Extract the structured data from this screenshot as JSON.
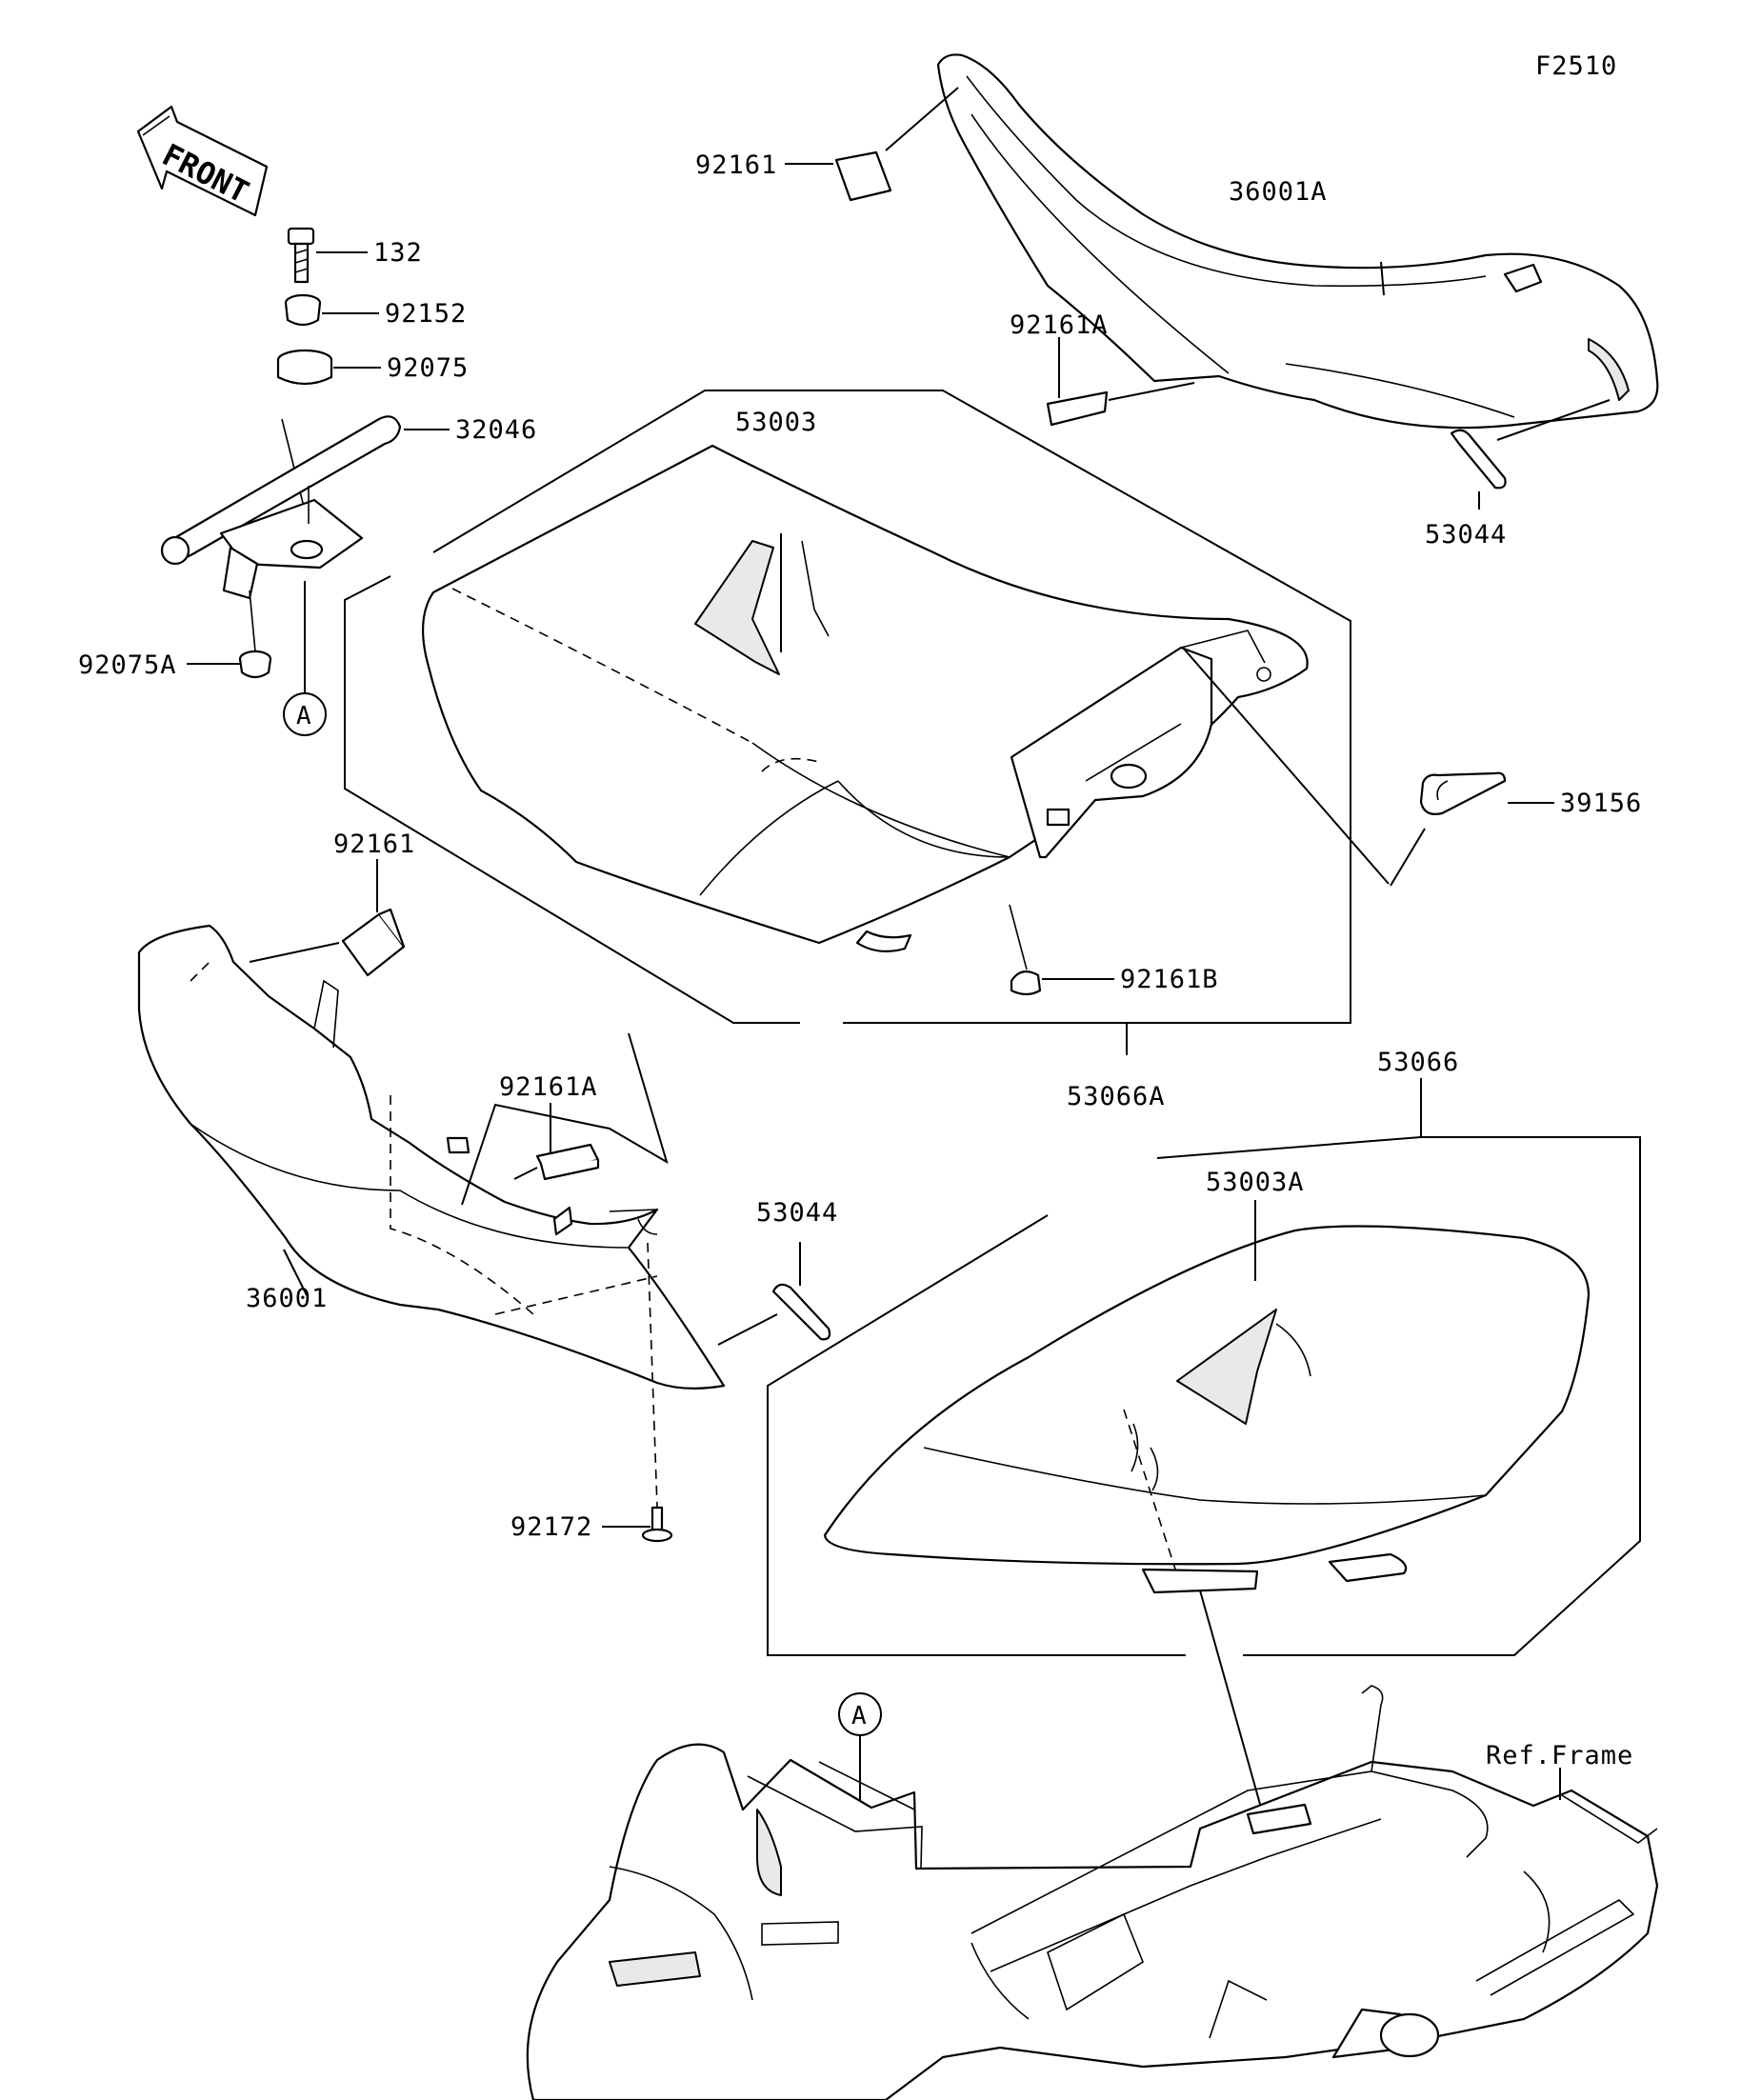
{
  "figure_code": "F2510",
  "front_arrow_text": "FRONT",
  "ref_marker": "A",
  "parts": {
    "p132": "132",
    "p92152": "92152",
    "p92075": "92075",
    "p32046": "32046",
    "p92075A": "92075A",
    "p53003": "53003",
    "p92161_top": "92161",
    "p36001A": "36001A",
    "p92161A_top": "92161A",
    "p53044_top": "53044",
    "p39156": "39156",
    "p92161B": "92161B",
    "p53066A": "53066A",
    "p92161_left": "92161",
    "p92161A_left": "92161A",
    "p53044_left": "53044",
    "p36001": "36001",
    "p92172": "92172",
    "p53066": "53066",
    "p53003A": "53003A",
    "ref_frame": "Ref.Frame"
  }
}
